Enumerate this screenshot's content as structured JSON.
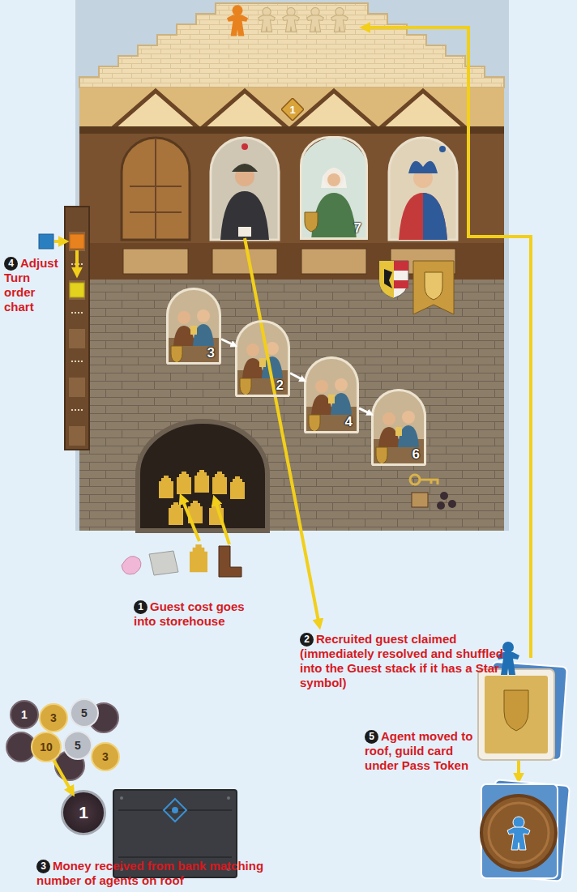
{
  "diagram": {
    "nodes": [
      {
        "text": [
          "1"
        ]
      },
      {
        "text": [
          "7"
        ]
      },
      {
        "text": [
          "3"
        ]
      },
      {
        "text": [
          "2"
        ]
      },
      {
        "text": [
          "4"
        ]
      },
      {
        "text": [
          "6"
        ]
      },
      {
        "text": [
          "4",
          "Adjust Turn order chart"
        ]
      },
      {
        "text": [
          "1",
          "Guest cost goes into storehouse"
        ]
      },
      {
        "text": [
          "2",
          "Recruited guest claimed (immediately resolved and shuffled into the Guest stack if it has a Star symbol)"
        ]
      },
      {
        "text": [
          "1"
        ]
      },
      {
        "text": [
          "3"
        ]
      },
      {
        "text": [
          "5"
        ]
      },
      {
        "text": [
          "10"
        ]
      },
      {
        "text": [
          "5"
        ]
      },
      {
        "text": [
          "3"
        ]
      },
      {
        "text": [
          "1"
        ]
      },
      {
        "text": [
          "5",
          "Agent moved to roof, guild card under Pass Token"
        ]
      },
      {
        "text": [
          "3",
          "Money received from bank matching number of agents on roof"
        ]
      }
    ],
    "edges": [
      {
        "from": 2,
        "to": 3,
        "arrow": "to"
      },
      {
        "from": 3,
        "to": 4,
        "arrow": "to"
      },
      {
        "from": 4,
        "to": 5,
        "arrow": "to"
      },
      {
        "from": 12,
        "to": 15,
        "arrow": "to"
      }
    ]
  }
}
